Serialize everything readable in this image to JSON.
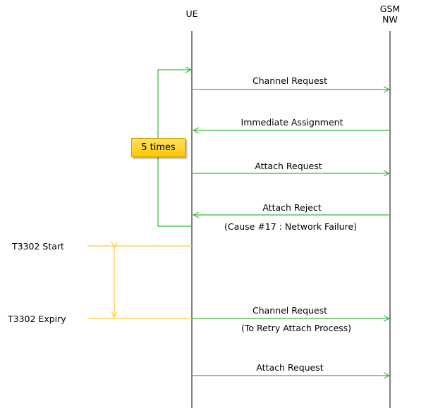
{
  "participants": {
    "ue": "UE",
    "nw_line1": "GSM",
    "nw_line2": "NW"
  },
  "loop_badge": "5 times",
  "messages": [
    {
      "label": "Channel  Request",
      "direction": "UE→NW"
    },
    {
      "label": "Immediate  Assignment",
      "direction": "NW→UE"
    },
    {
      "label": "Attach Request",
      "direction": "UE→NW"
    },
    {
      "label": "Attach Reject",
      "direction": "NW→UE",
      "note": "(Cause #17  :  Network  Failure)"
    },
    {
      "label": "Channel  Request",
      "direction": "UE→NW",
      "note": "(To Retry  Attach Process)"
    },
    {
      "label": "Attach Request",
      "direction": "UE→NW"
    }
  ],
  "timer": {
    "start_label": "T3302  Start",
    "expiry_label": "T3302  Expiry"
  },
  "colors": {
    "message_arrow": "#33bb33",
    "timer_line": "#ffcc33",
    "lifeline": "#000000",
    "badge": "#ffcc00"
  }
}
